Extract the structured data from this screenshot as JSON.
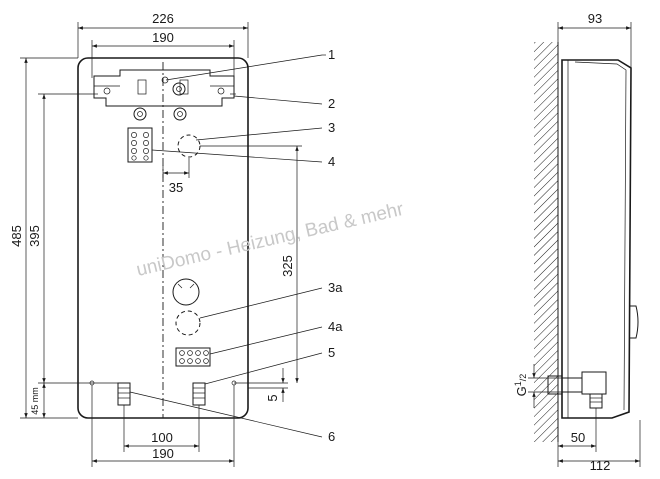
{
  "front_view": {
    "dimensions": {
      "overall_width": "226",
      "top_width": "190",
      "bottom_width": "190",
      "overall_height": "485",
      "mount_height": "395",
      "height_325": "325",
      "offset_35": "35",
      "offset_5": "5",
      "pipe_spacing": "100",
      "bottom_offset_value": "45",
      "bottom_offset_unit": "mm"
    },
    "callouts": [
      "1",
      "2",
      "3",
      "4",
      "3a",
      "4a",
      "5",
      "6"
    ]
  },
  "side_view": {
    "dimensions": {
      "depth_top": "93",
      "depth_bottom": "112",
      "pipe_depth": "50",
      "thread_prefix": "G",
      "thread_num": "1",
      "thread_den": "2"
    }
  },
  "watermark": "uniDomo - Heizung, Bad & mehr"
}
